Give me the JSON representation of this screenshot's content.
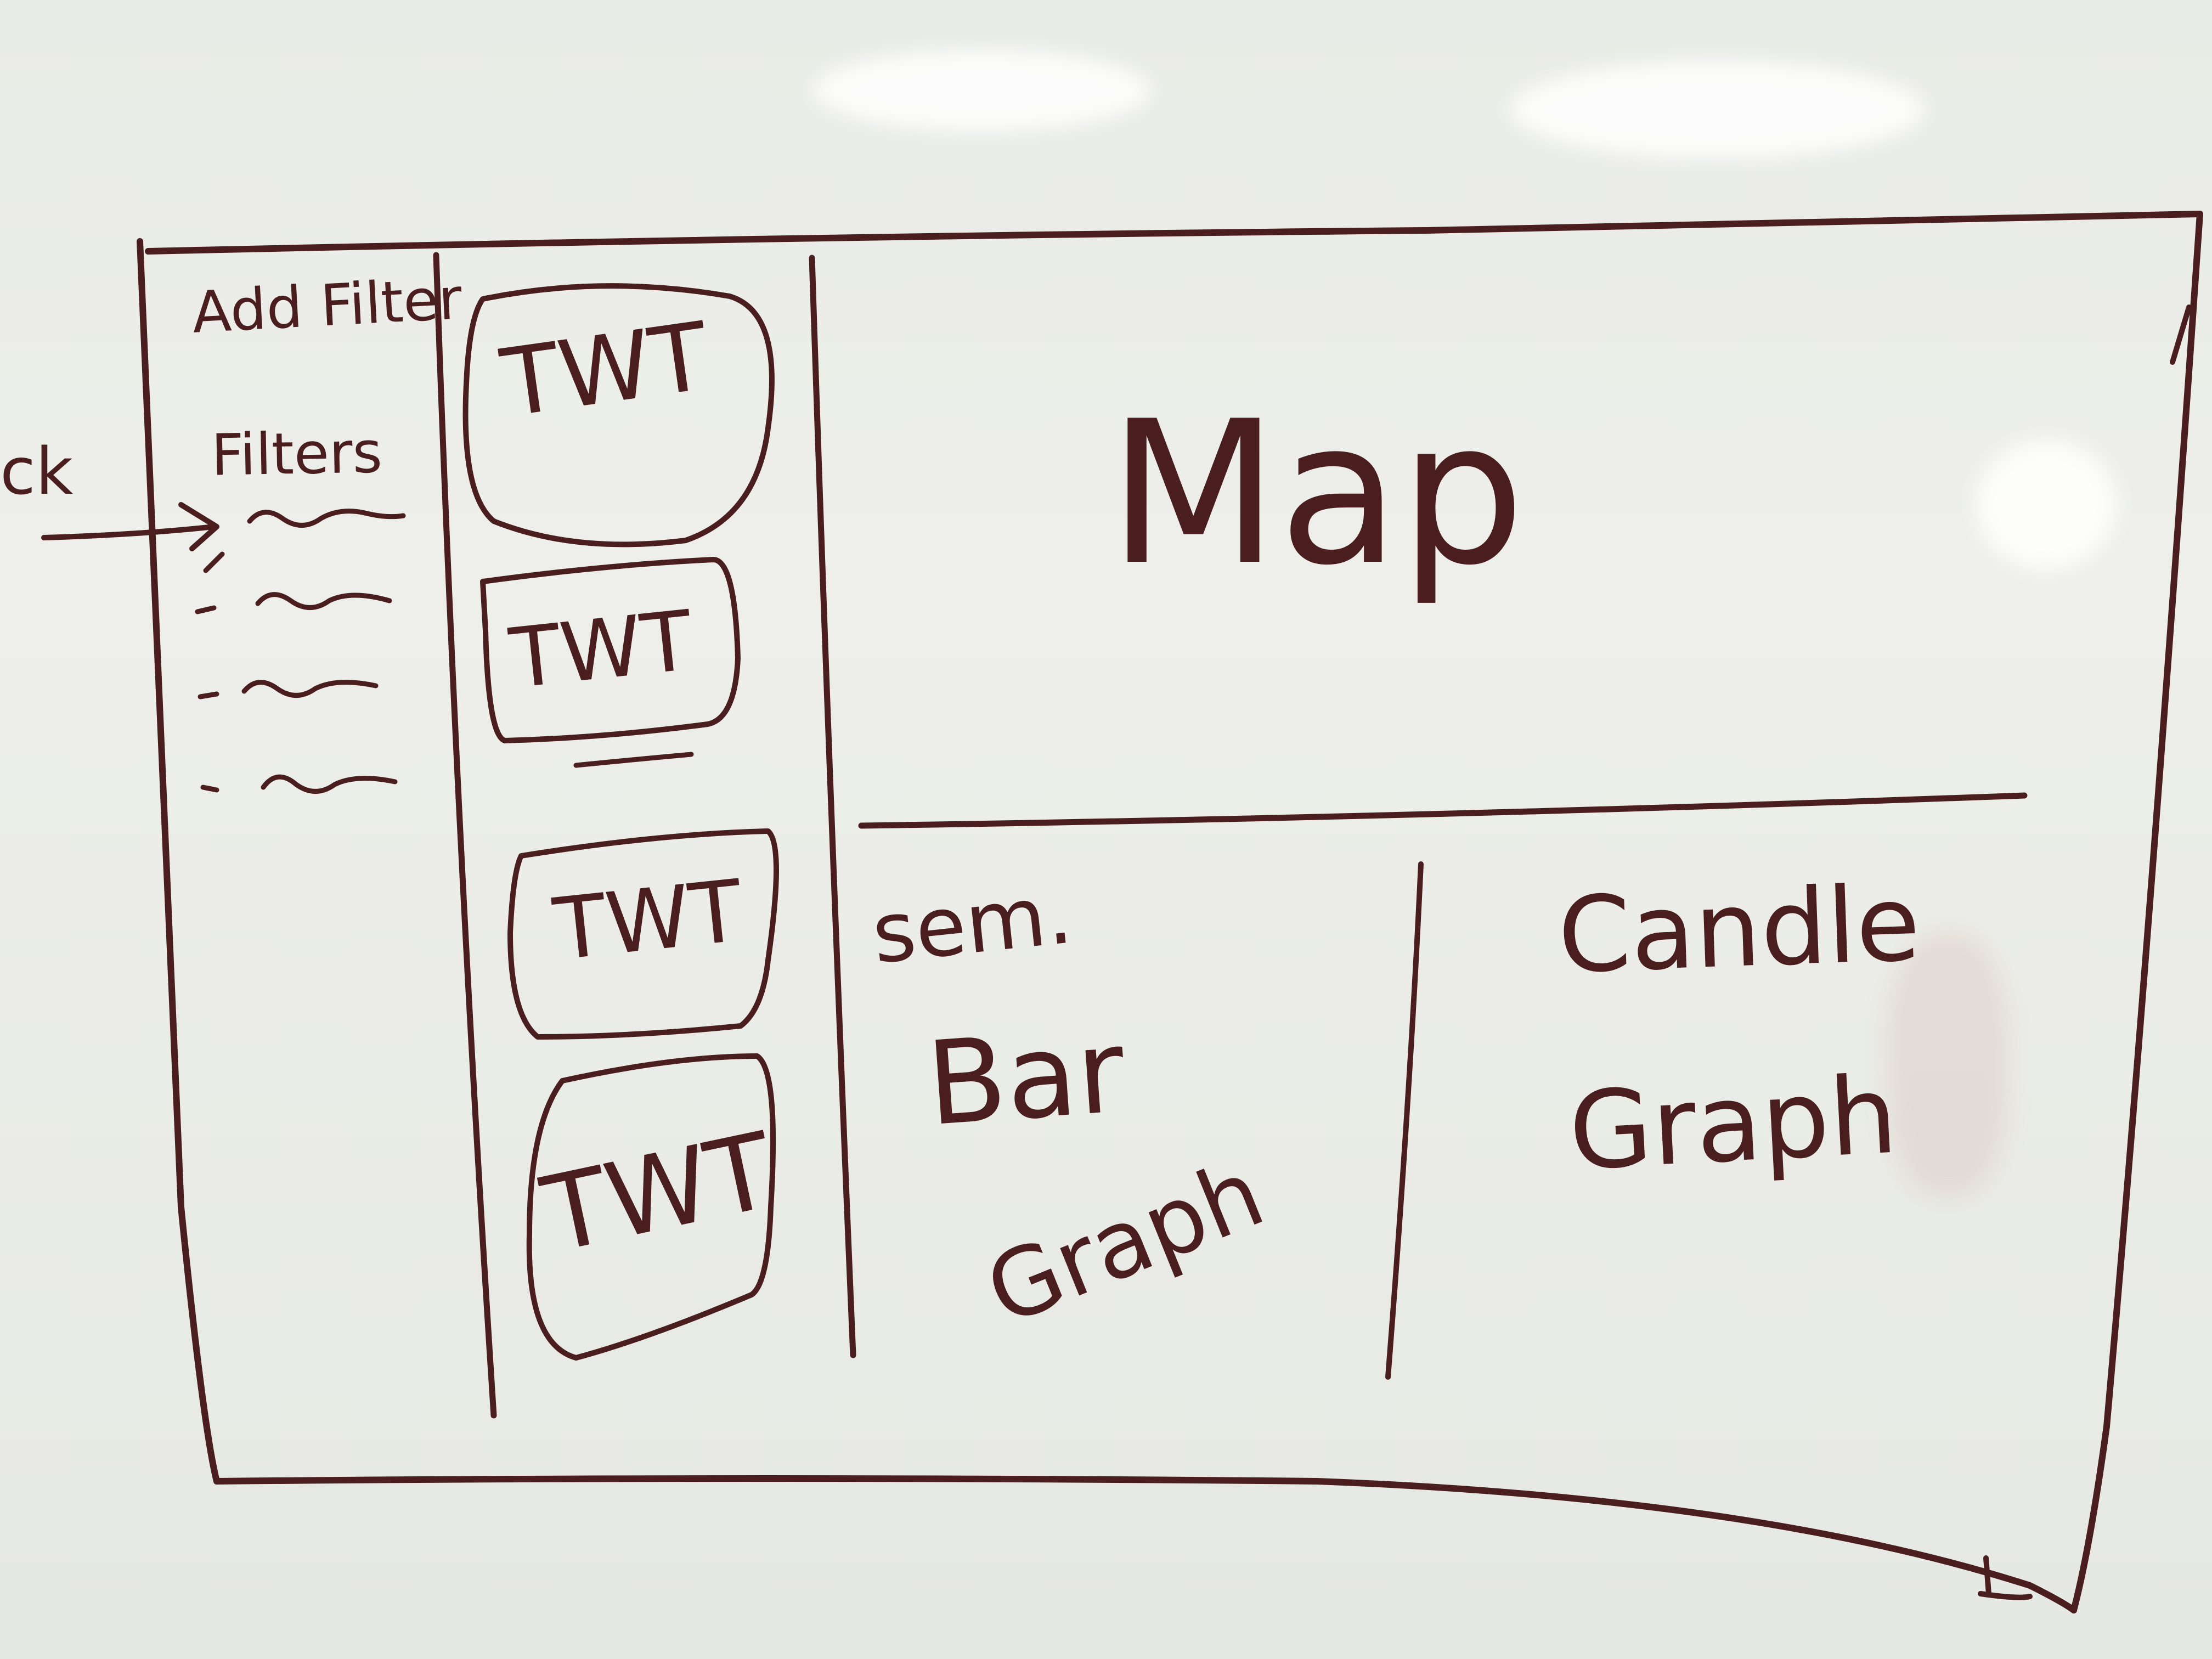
{
  "whiteboard": {
    "ink_color": "#4a1e1e",
    "board_color": "#eceee9",
    "left_edge_fragment": "ck",
    "sidebar": {
      "add_filter_label": "Add Filter",
      "filters_heading": "Filters"
    },
    "tweet_cards": [
      {
        "label": "TWT"
      },
      {
        "label": "TWT"
      },
      {
        "label": "TWT"
      },
      {
        "label": "TWT"
      }
    ],
    "map_panel": {
      "label": "Map"
    },
    "bar_graph_panel": {
      "line1": "sem.",
      "line2": "Bar",
      "line3": "Graph"
    },
    "candle_graph_panel": {
      "line1": "Candle",
      "line2": "Graph"
    }
  }
}
